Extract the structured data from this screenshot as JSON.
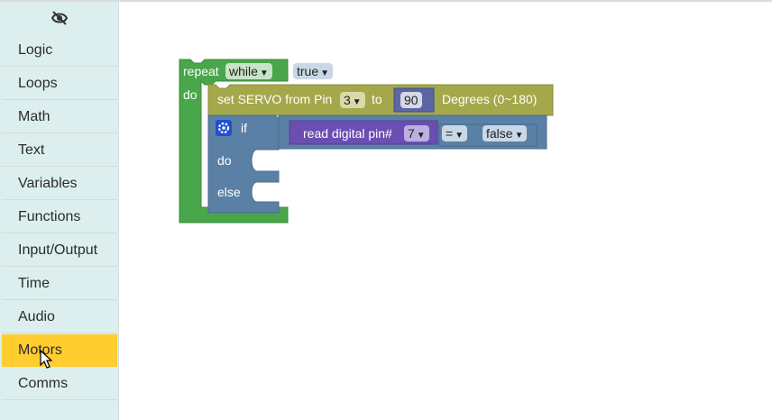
{
  "sidebar": {
    "categories": [
      {
        "label": "Logic"
      },
      {
        "label": "Loops"
      },
      {
        "label": "Math"
      },
      {
        "label": "Text"
      },
      {
        "label": "Variables"
      },
      {
        "label": "Functions"
      },
      {
        "label": "Input/Output"
      },
      {
        "label": "Time"
      },
      {
        "label": "Audio"
      },
      {
        "label": "Motors",
        "selected": true
      },
      {
        "label": "Comms"
      }
    ]
  },
  "blocks": {
    "repeat": {
      "label": "repeat",
      "mode": "while",
      "do_label": "do",
      "condition": "true"
    },
    "servo": {
      "label": "set SERVO from Pin",
      "pin": "3",
      "to_label": "to",
      "angle": "90",
      "unit": "Degrees (0~180)"
    },
    "if_block": {
      "if_label": "if",
      "do_label": "do",
      "else_label": "else"
    },
    "read_pin": {
      "label": "read digital pin#",
      "pin": "7"
    },
    "compare": {
      "op": "=",
      "value": "false"
    }
  },
  "colors": {
    "loops": "#4aa64a",
    "motors": "#a4a84a",
    "logic": "#5b80a5",
    "io": "#6a4eb2",
    "selected_category": "#ffcd2e",
    "sidebar": "#dcefee"
  }
}
